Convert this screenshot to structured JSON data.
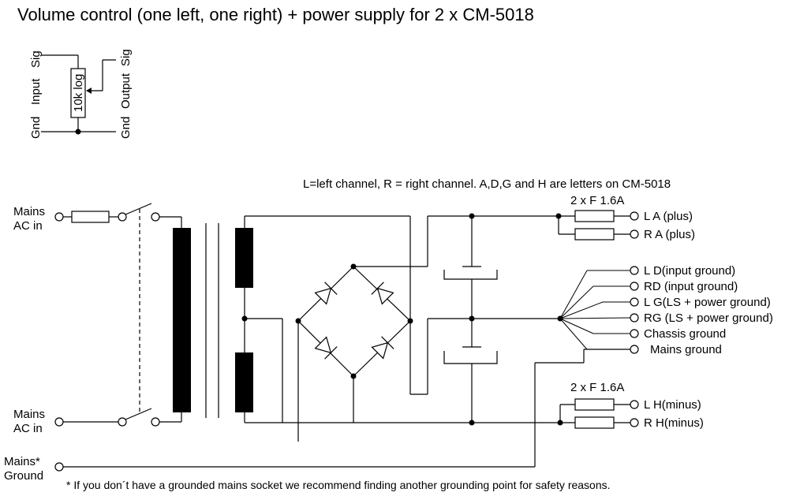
{
  "title": "Volume control (one left, one right) + power supply for 2 x CM-5018",
  "pot": {
    "input_gnd": "Gnd",
    "input": "Input",
    "input_sig": "Sig",
    "value": "10k log",
    "output_gnd": "Gnd",
    "output": "Output",
    "output_sig": "Sig"
  },
  "legend": "L=left channel, R = right channel. A,D,G and H are letters on CM-5018",
  "mains": {
    "top_line1": "Mains",
    "top_line2": "AC in",
    "bottom_line1": "Mains",
    "bottom_line2": "AC in",
    "ground_line1": "Mains*",
    "ground_line2": "Ground"
  },
  "fuses": {
    "top": "2 x F 1.6A",
    "bottom": "2 x F 1.6A"
  },
  "outputs": {
    "la": "L A (plus)",
    "ra": "R A (plus)",
    "ld": "L D(input ground)",
    "rd": "RD (input ground)",
    "lg": "L G(LS + power ground)",
    "rg": "RG (LS + power ground)",
    "chassis": "Chassis ground",
    "mains_ground": "Mains ground",
    "lh": "L H(minus)",
    "rh": "R H(minus)"
  },
  "footnote": "* If you don´t have a grounded mains socket we recommend finding another grounding point for safety reasons."
}
